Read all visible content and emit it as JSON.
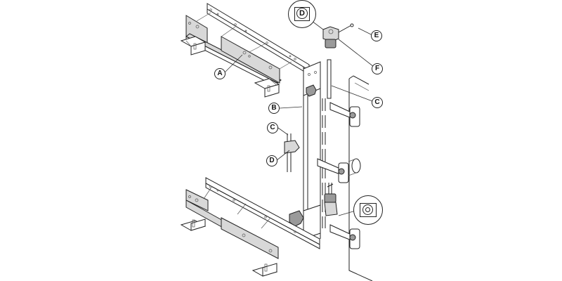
{
  "diagram": {
    "type": "exploded-assembly-drawing",
    "subject": "Cabinet door hinge and mounting rail installation",
    "callouts": [
      {
        "id": "A",
        "label": "A",
        "target": "upper-mounting-rail"
      },
      {
        "id": "B",
        "label": "B",
        "target": "door-panel-edge"
      },
      {
        "id": "C1",
        "label": "C",
        "target": "vertical-rod"
      },
      {
        "id": "C2",
        "label": "C",
        "target": "rod-clip"
      },
      {
        "id": "D",
        "label": "D",
        "target": "rod-clamp"
      },
      {
        "id": "E",
        "label": "E",
        "target": "screw"
      },
      {
        "id": "F",
        "label": "F",
        "target": "rod-end-cap"
      }
    ],
    "detail_views": [
      {
        "id": "detail-top",
        "label": "D",
        "shape": "square-with-circle-letter"
      },
      {
        "id": "detail-bottom",
        "label": "",
        "shape": "square-with-concentric-circles"
      }
    ],
    "colors": {
      "line": "#222222",
      "shade": "#d8d8d8",
      "background": "#ffffff"
    }
  }
}
